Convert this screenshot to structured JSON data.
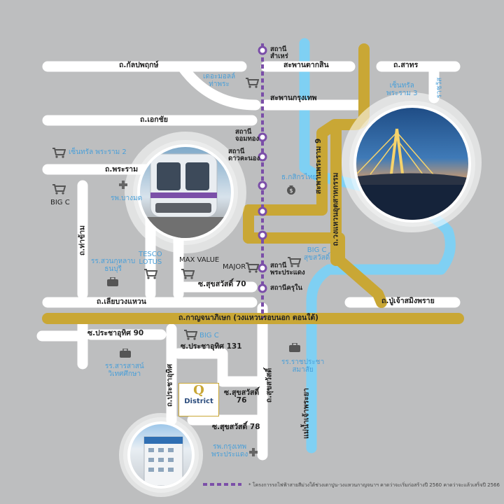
{
  "roads": {
    "kalapaphruek": "ถ.กัลปพฤกษ์",
    "ekkachai": "ถ.เอกชัย",
    "phra_ram_2": "ถ.พระราม",
    "tha_kham": "ถ.ท่าข้าม",
    "liab_wong_waen": "ถ.เลียบวงแหวน",
    "kanchanaphisek": "ถ.กาญจนาภิเษก (วงแหวนรอบนอก ตอนใต้)",
    "pracha_uthit_90": "ซ.ประชาอุทิศ 90",
    "pracha_uthit_131": "ซ.ประชาอุทิศ 131",
    "pracha_uthit": "ถ.ประชาอุทิศ",
    "suksawat_70": "ซ.สุขสวัสดิ์ 70",
    "suksawat_76": "ซ.สุขสวัสดิ์\n76",
    "suksawat_78": "ซ.สุขสวัสดิ์ 78",
    "suksawat": "ถ.สุขสวัสดิ์",
    "sathorn": "ถ.สาทร",
    "rachawat": "ราชวัส",
    "puchao_saming_phrai": "ถ.ปู่เจ้าสมิงพราย",
    "ring_road_industrial": "ถ.วงแหวนอุตสาหกรรม",
    "rama_9_bridge": "สะพานพระราม 9",
    "taksin_bridge": "สะพานตากสิน",
    "krungthep_bridge": "สะพานกรุงเทพ",
    "chao_phraya_river": "แม่น้ำเจ้าพระยา"
  },
  "stations": {
    "samre": "สถานี\nสำเหร่",
    "chom_thong": "สถานี\nจอมทอง",
    "dao_khanong": "สถานี\nดาวคะนอง",
    "phra_pradaeng": "สถานี\nพระประแดง",
    "kru_nai": "สถานีครุใน"
  },
  "places": {
    "the_mall": "เดอะมอลล์\nท่าพระ",
    "central_rama2": "เซ็นทรัล พระราม 2",
    "central_rama3": "เซ็นทรัล\nพระราม 3",
    "bigc_1": "BIG C",
    "bang_mot_hospital": "รพ.บางมด",
    "suan_kularb": "รร.สวนกุหลาบ\nธนบุรี",
    "tesco": "TESCO\nLOTUS",
    "max_value": "MAX VALUE",
    "major": "MAJOR",
    "kasikorn": "ธ.กสิกรไทย",
    "bigc_suksawat": "BIG C\nสุขสวัสดิ์",
    "bigc_2": "BIG C",
    "sarasas": "รร.สารสาสน์\nวิเทศศึกษา",
    "ratchaprachasamasai": "รร.ราชประชา\nสมาสัย",
    "bangkok_hospital": "รพ.กรุงเทพ\nพระประแดง",
    "project_name": "District",
    "project_q": "Q"
  },
  "note": "* โครงการรถไฟฟ้าสายสีม่วงใต้ช่วงเตาปูน-วงแหวนกาญจนาฯ คาดว่าจะเริ่มก่อสร้างปี 2560 คาดว่าจะแล้วเสร็จปี 2566",
  "colors": {
    "background": "#bdbebf",
    "road": "#ffffff",
    "main_road": "#c9a735",
    "river": "#7fd0f3",
    "purple_line": "#7b4fa8",
    "label_blue": "#4a9fd8"
  }
}
